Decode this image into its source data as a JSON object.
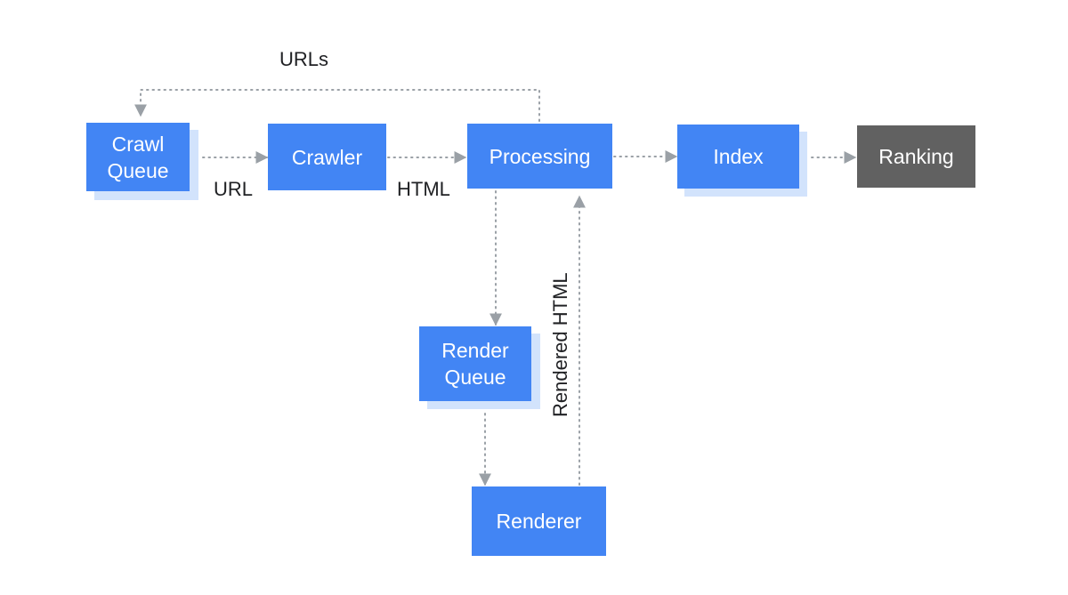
{
  "colors": {
    "box_blue": "#4285f4",
    "box_shadow": "#d2e3fc",
    "box_dark": "#616161",
    "connector": "#9aa0a6",
    "text": "#202124"
  },
  "nodes": {
    "crawl_queue": [
      "Crawl",
      "Queue"
    ],
    "crawler": "Crawler",
    "processing": "Processing",
    "index": "Index",
    "ranking": "Ranking",
    "render_queue": [
      "Render",
      "Queue"
    ],
    "renderer": "Renderer"
  },
  "edge_labels": {
    "urls": "URLs",
    "url": "URL",
    "html": "HTML",
    "rendered_html": "Rendered HTML"
  }
}
